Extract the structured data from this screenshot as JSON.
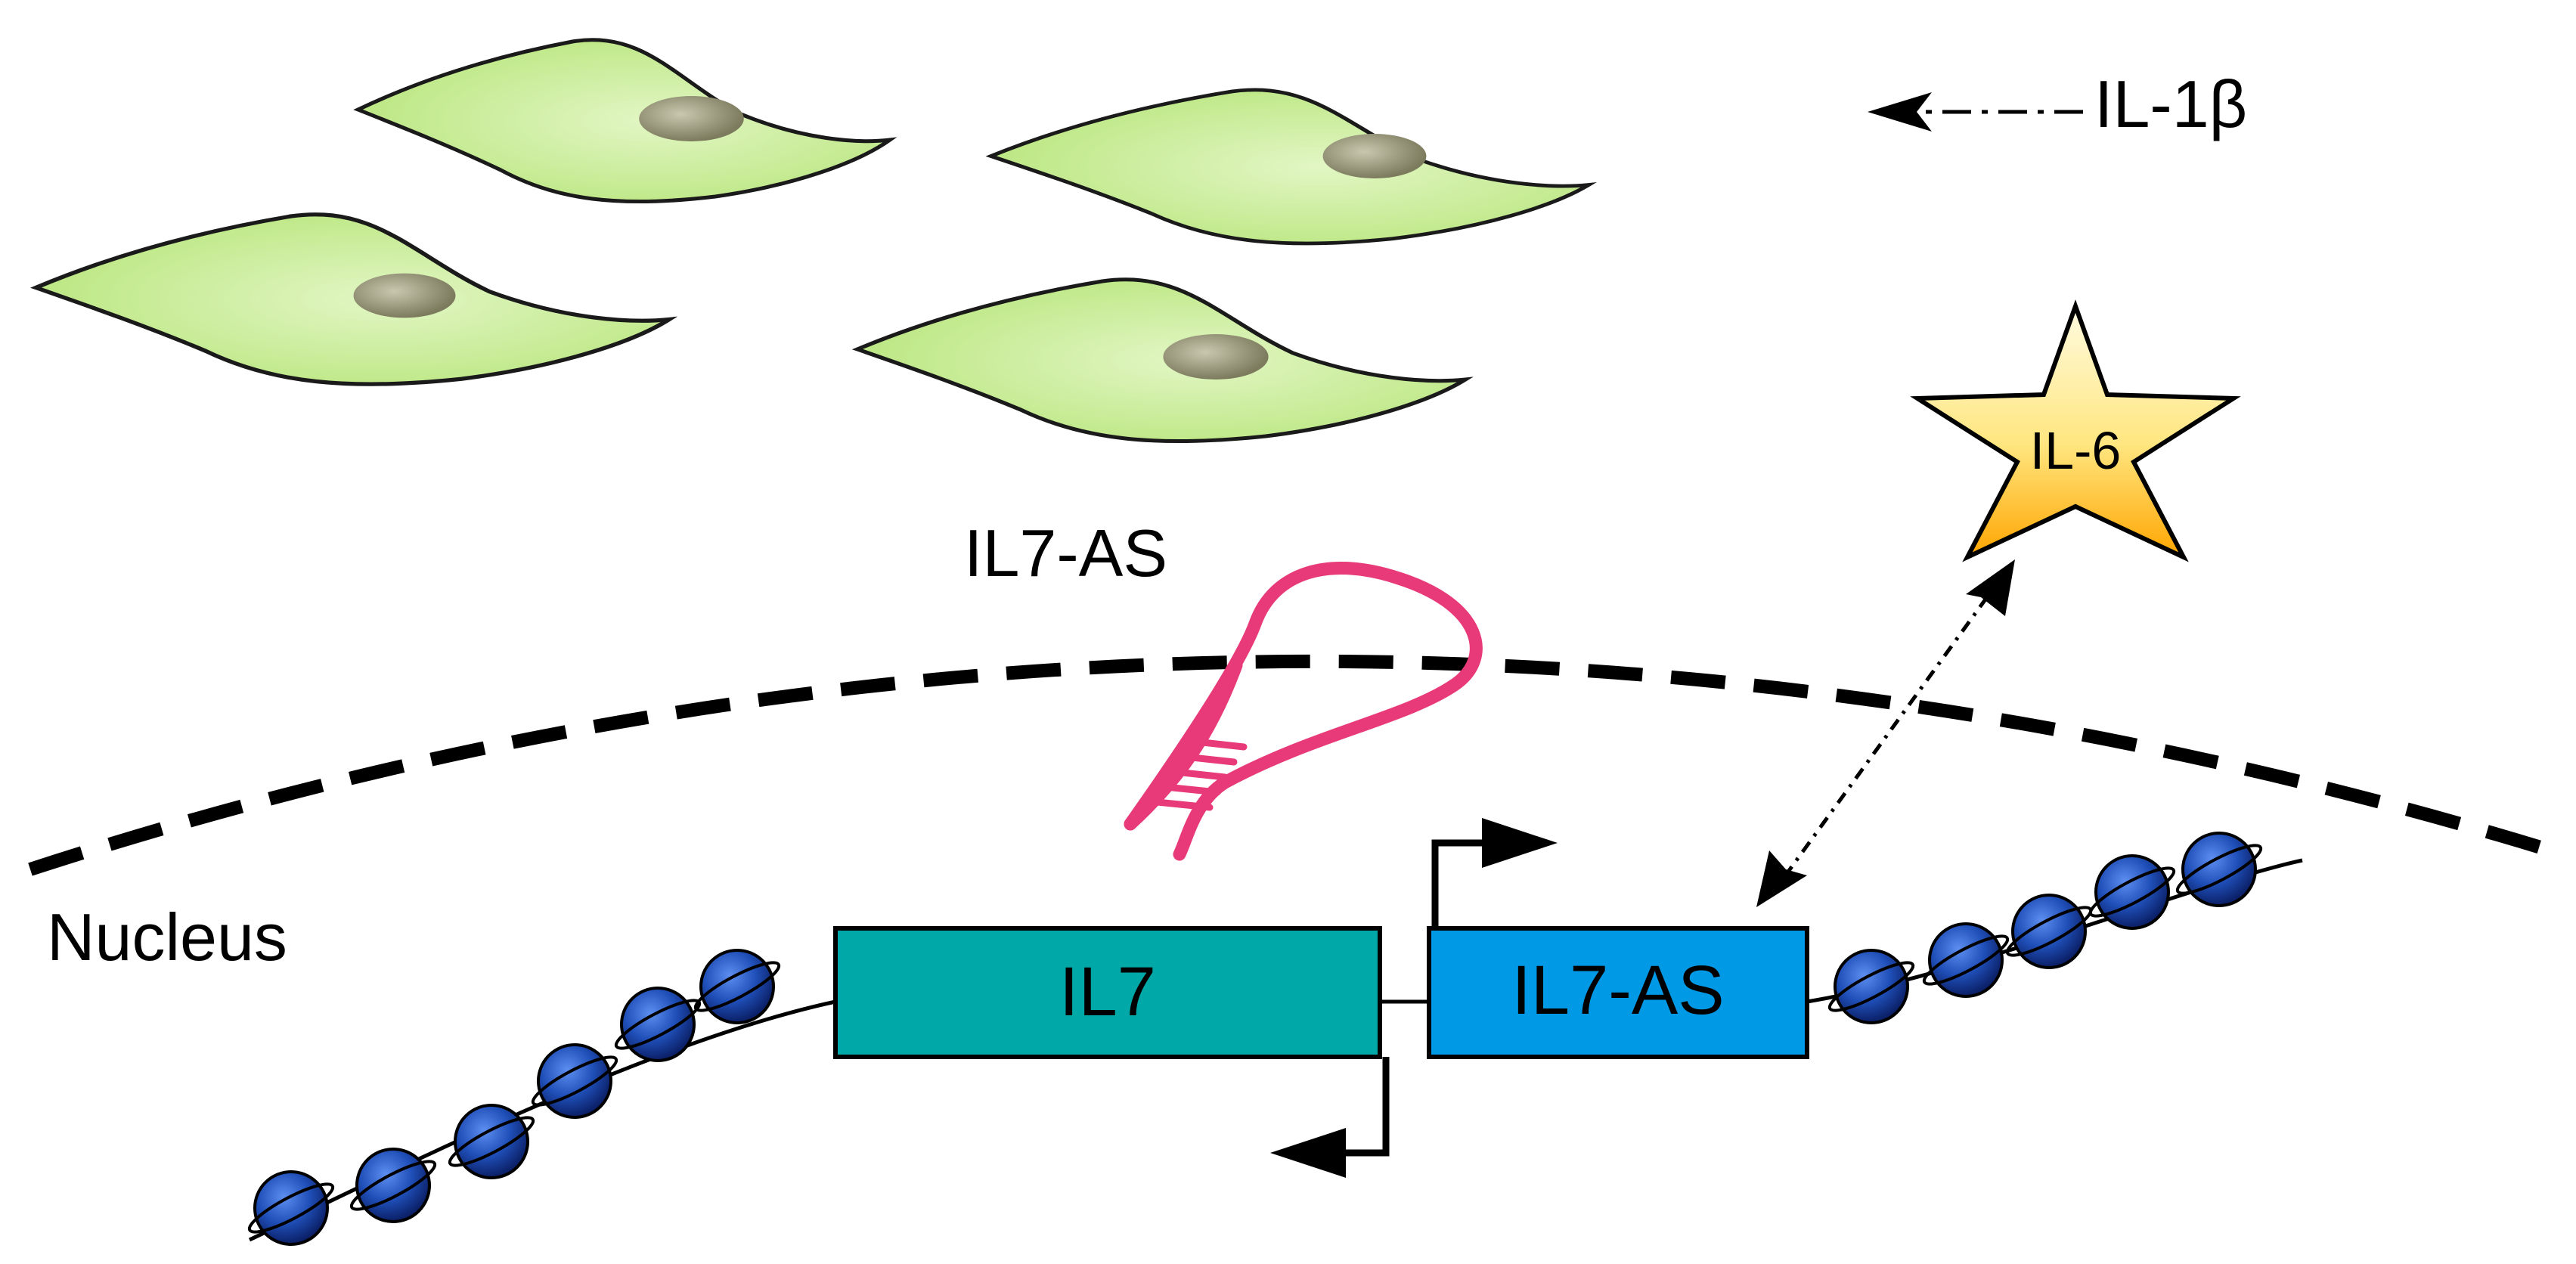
{
  "labels": {
    "il1b": "IL-1β",
    "il6": "IL-6",
    "lncrna": "IL7-AS",
    "nucleus": "Nucleus",
    "gene_il7": "IL7",
    "gene_il7as": "IL7-AS"
  },
  "colors": {
    "cell_fill": "#b9e67e",
    "cell_fill_light": "#e2f6c4",
    "cell_outline": "#1a1a1a",
    "cell_nucleus": "#7d7b5e",
    "il7_box": "#00a8a8",
    "il7as_box": "#0099e6",
    "lncrna_loop": "#e83a78",
    "nucleosome": "#1f4fb8",
    "nucleosome_dark": "#0b1f66",
    "star_top": "#fffbe0",
    "star_bottom": "#ffa500"
  },
  "icons": {
    "cells": "fibroblast-cell-icon",
    "star": "star-icon",
    "rna": "hairpin-rna-icon",
    "nucleosome": "nucleosome-icon"
  }
}
